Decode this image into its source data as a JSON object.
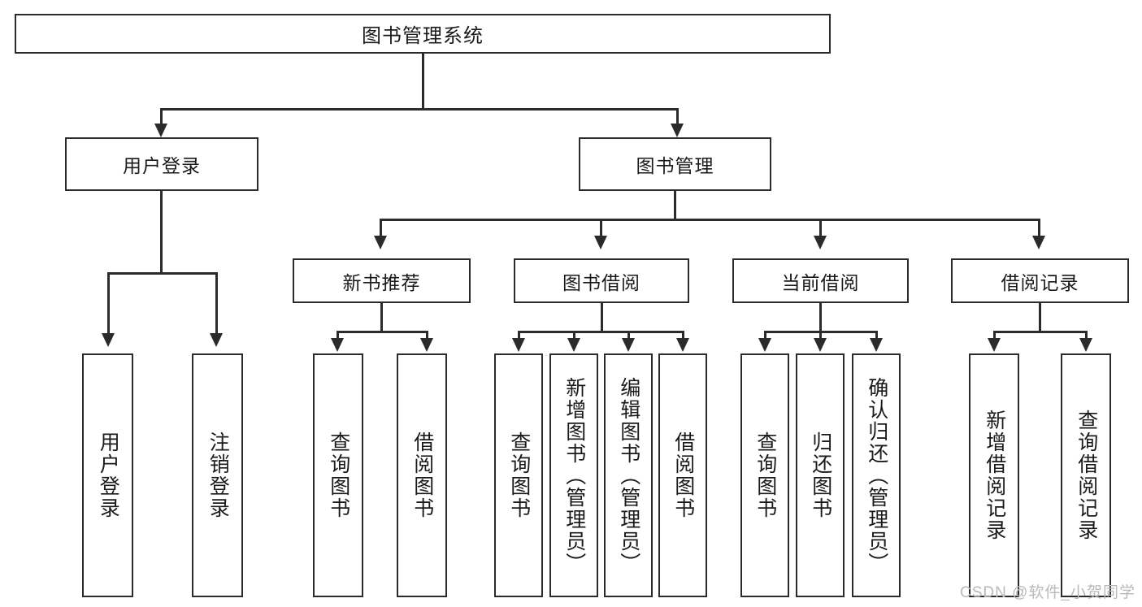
{
  "diagram": {
    "title": "图书管理系统",
    "root": {
      "label": "图书管理系统"
    },
    "level2": [
      {
        "label": "用户登录"
      },
      {
        "label": "图书管理"
      }
    ],
    "level3": [
      {
        "label": "新书推荐"
      },
      {
        "label": "图书借阅"
      },
      {
        "label": "当前借阅"
      },
      {
        "label": "借阅记录"
      }
    ],
    "leaves": [
      {
        "label": "用户登录"
      },
      {
        "label": "注销登录"
      },
      {
        "label": "查询图书"
      },
      {
        "label": "借阅图书"
      },
      {
        "label": "查询图书"
      },
      {
        "label": "新增图书（管理员）"
      },
      {
        "label": "编辑图书（管理员）"
      },
      {
        "label": "借阅图书"
      },
      {
        "label": "查询图书"
      },
      {
        "label": "归还图书"
      },
      {
        "label": "确认归还（管理员）"
      },
      {
        "label": "新增借阅记录"
      },
      {
        "label": "查询借阅记录"
      }
    ]
  },
  "watermark": {
    "text": "CSDN @软件_小贺同学"
  },
  "colors": {
    "line": "#2b2b2b",
    "box_border": "#2b2b2b",
    "box_fill": "#ffffff",
    "text": "#1a1a1a",
    "watermark": "#b9b9b9",
    "background": "#ffffff"
  }
}
